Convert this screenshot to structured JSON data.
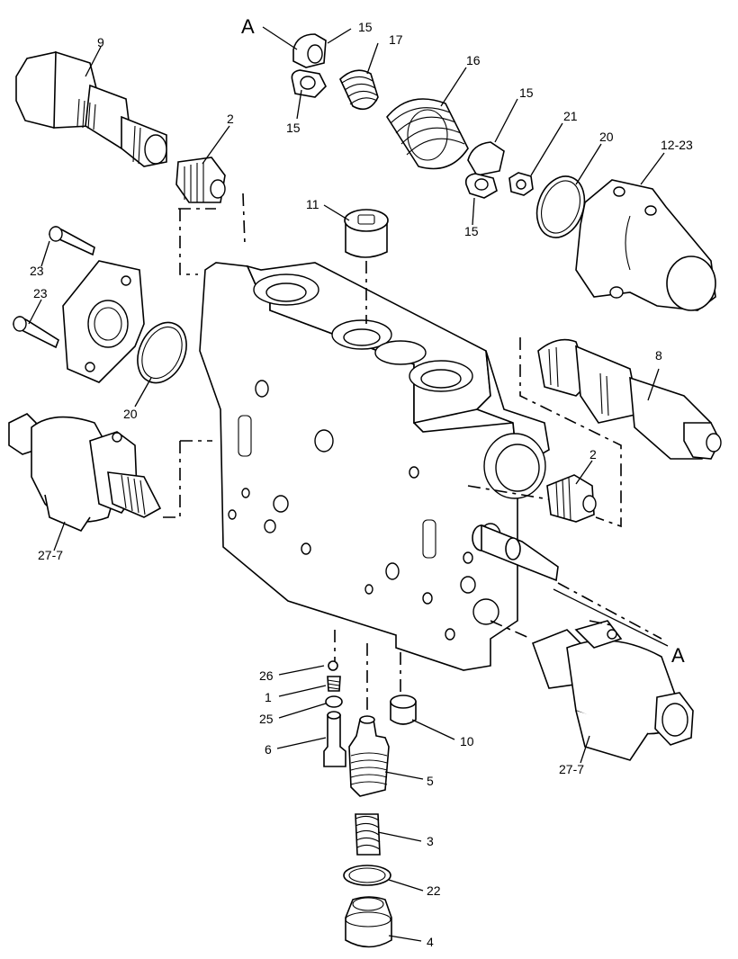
{
  "diagram": {
    "callouts": [
      {
        "key": "p9",
        "text": "9"
      },
      {
        "key": "p2a",
        "text": "2"
      },
      {
        "key": "pA1",
        "text": "A"
      },
      {
        "key": "p15a",
        "text": "15"
      },
      {
        "key": "p15b",
        "text": "15"
      },
      {
        "key": "p17",
        "text": "17"
      },
      {
        "key": "p16",
        "text": "16"
      },
      {
        "key": "p15c",
        "text": "15"
      },
      {
        "key": "p15d",
        "text": "15"
      },
      {
        "key": "p21",
        "text": "21"
      },
      {
        "key": "p20a",
        "text": "20"
      },
      {
        "key": "p12_23",
        "text": "12-23"
      },
      {
        "key": "p11",
        "text": "11"
      },
      {
        "key": "p23a",
        "text": "23"
      },
      {
        "key": "p23b",
        "text": "23"
      },
      {
        "key": "p20b",
        "text": "20"
      },
      {
        "key": "p8",
        "text": "8"
      },
      {
        "key": "p2b",
        "text": "2"
      },
      {
        "key": "p27_7a",
        "text": "27-7"
      },
      {
        "key": "pA2",
        "text": "A"
      },
      {
        "key": "p26",
        "text": "26"
      },
      {
        "key": "p1",
        "text": "1"
      },
      {
        "key": "p25",
        "text": "25"
      },
      {
        "key": "p6",
        "text": "6"
      },
      {
        "key": "p10",
        "text": "10"
      },
      {
        "key": "p5",
        "text": "5"
      },
      {
        "key": "p27_7b",
        "text": "27-7"
      },
      {
        "key": "p3",
        "text": "3"
      },
      {
        "key": "p22",
        "text": "22"
      },
      {
        "key": "p4",
        "text": "4"
      }
    ],
    "colors": {
      "ink": "#000000",
      "paper": "#ffffff"
    }
  }
}
